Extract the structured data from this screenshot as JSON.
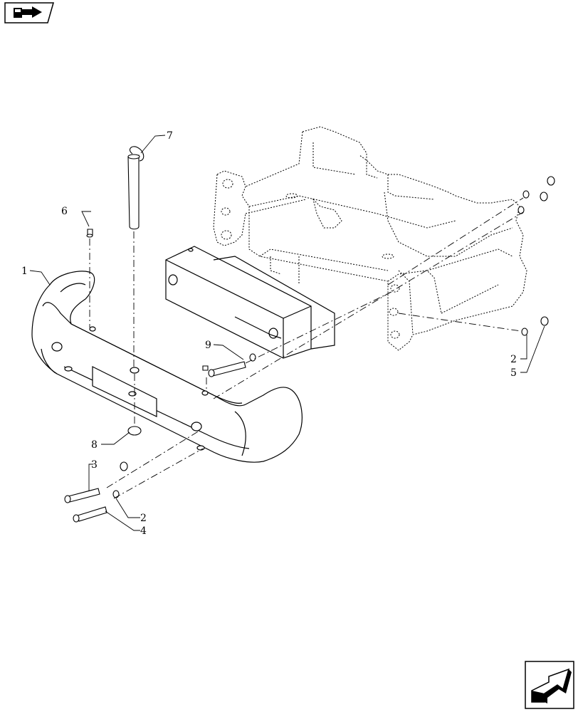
{
  "nav": {
    "back_icon": "book-arrow-icon",
    "next_icon": "next-page-arrow-icon"
  },
  "callouts": [
    "1",
    "2",
    "3",
    "4",
    "5",
    "6",
    "7",
    "8",
    "9",
    "2"
  ],
  "colors": {
    "ink": "#000000",
    "paper": "#ffffff"
  }
}
